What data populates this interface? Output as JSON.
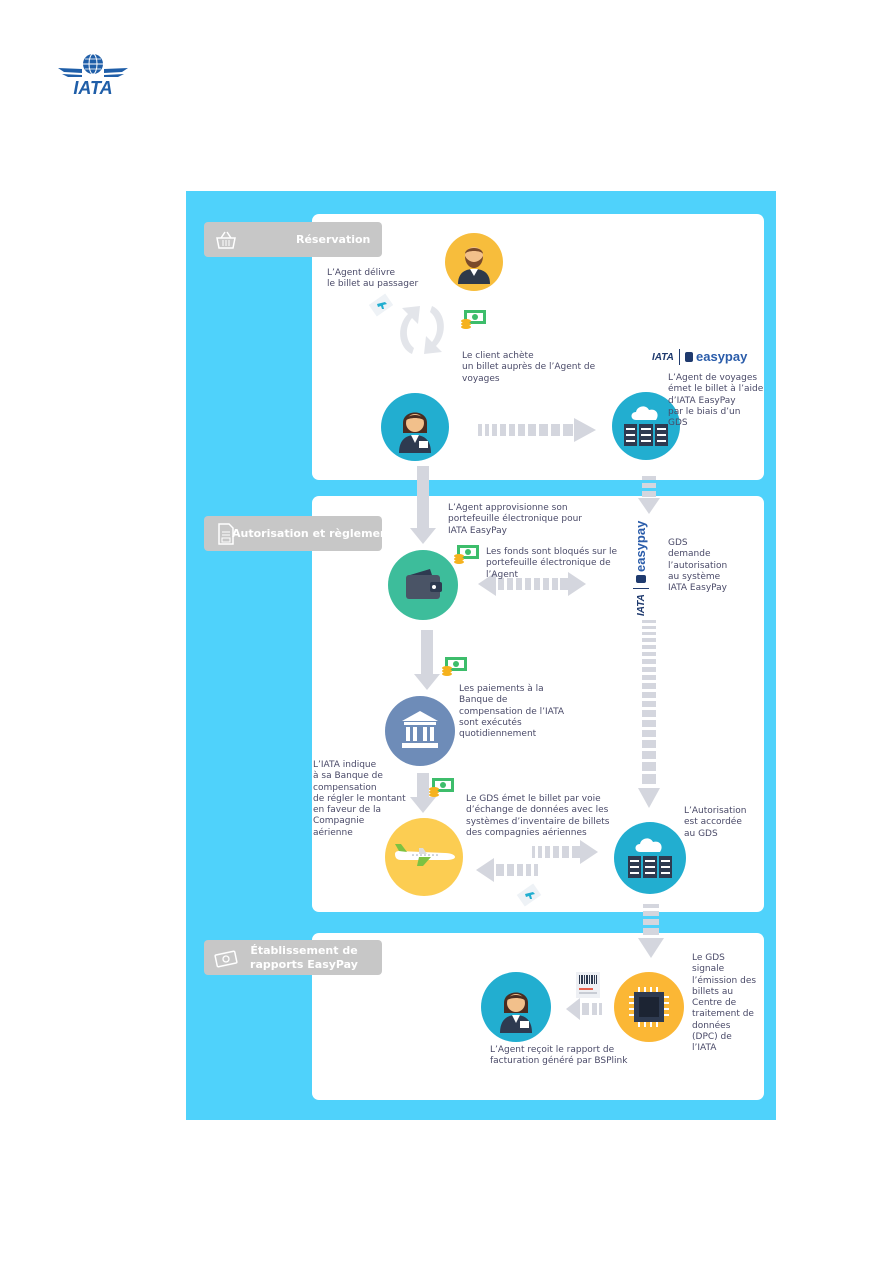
{
  "logo": {
    "text": "IATA"
  },
  "sections": {
    "reservation": "Réservation",
    "autorisation": "Autorisation et règlement",
    "etablissement_line1": "Établissement de",
    "etablissement_line2": "rapports EasyPay"
  },
  "labels": {
    "agent_delivre": "L’Agent délivre\nle billet au passager",
    "client_achete": "Le client achète\nun billet auprès de l’Agent de\nvoyages",
    "agent_emet": "L’Agent de voyages\német le billet à l’aide\nd’IATA EasyPay\npar le biais d’un\nGDS",
    "agent_approvisionne": "L’Agent approvisionne son\nportefeuille électronique pour\nIATA EasyPay",
    "fonds_bloques": "Les fonds sont bloqués sur le\nportefeuille électronique de\nl’Agent",
    "gds_demande": "GDS\ndemande\nl’autorisation\nau système\nIATA EasyPay",
    "paiements": "Les paiements à la\nBanque de\ncompensation de l’IATA\nsont exécutés\nquotidiennement",
    "iata_indique": "L’IATA indique\nà sa Banque de\ncompensation\nde régler le montant\nen faveur de la\nCompagnie\naérienne",
    "gds_emet": "Le GDS émet le billet par voie\nd’échange de données avec les\nsystèmes d’inventaire de billets\ndes compagnies aériennes",
    "autorisation_accordee": "L’Autorisation\nest accordée\nau GDS",
    "gds_signale": "Le GDS\nsignale\nl’émission des\nbillets au\nCentre de\ntraitement de\ndonnées\n(DPC) de\nl’IATA",
    "agent_recoit": "L’Agent reçoit le rapport de\nfacturation généré par BSPlink"
  },
  "easypay": {
    "iata": "IATA",
    "brand": "easypay"
  },
  "colors": {
    "frame": "#4fd2fb",
    "panel": "#ffffff",
    "tab": "#c7c7c7",
    "agent_circle": "#f7bd3c",
    "teal_circle": "#22aed0",
    "wallet_circle": "#3dbd9b",
    "bank_circle": "#6e8cb8",
    "plane_circle": "#fccd52",
    "chip_circle": "#fbb735",
    "arrow": "#d4d6de"
  },
  "icons": [
    "basket-icon",
    "document-icon",
    "money-icon",
    "agent-man-icon",
    "agent-woman-icon",
    "server-cloud-icon",
    "wallet-icon",
    "bank-icon",
    "airplane-icon",
    "chip-icon",
    "ticket-icon",
    "barcode-report-icon",
    "refresh-arrows-icon"
  ]
}
